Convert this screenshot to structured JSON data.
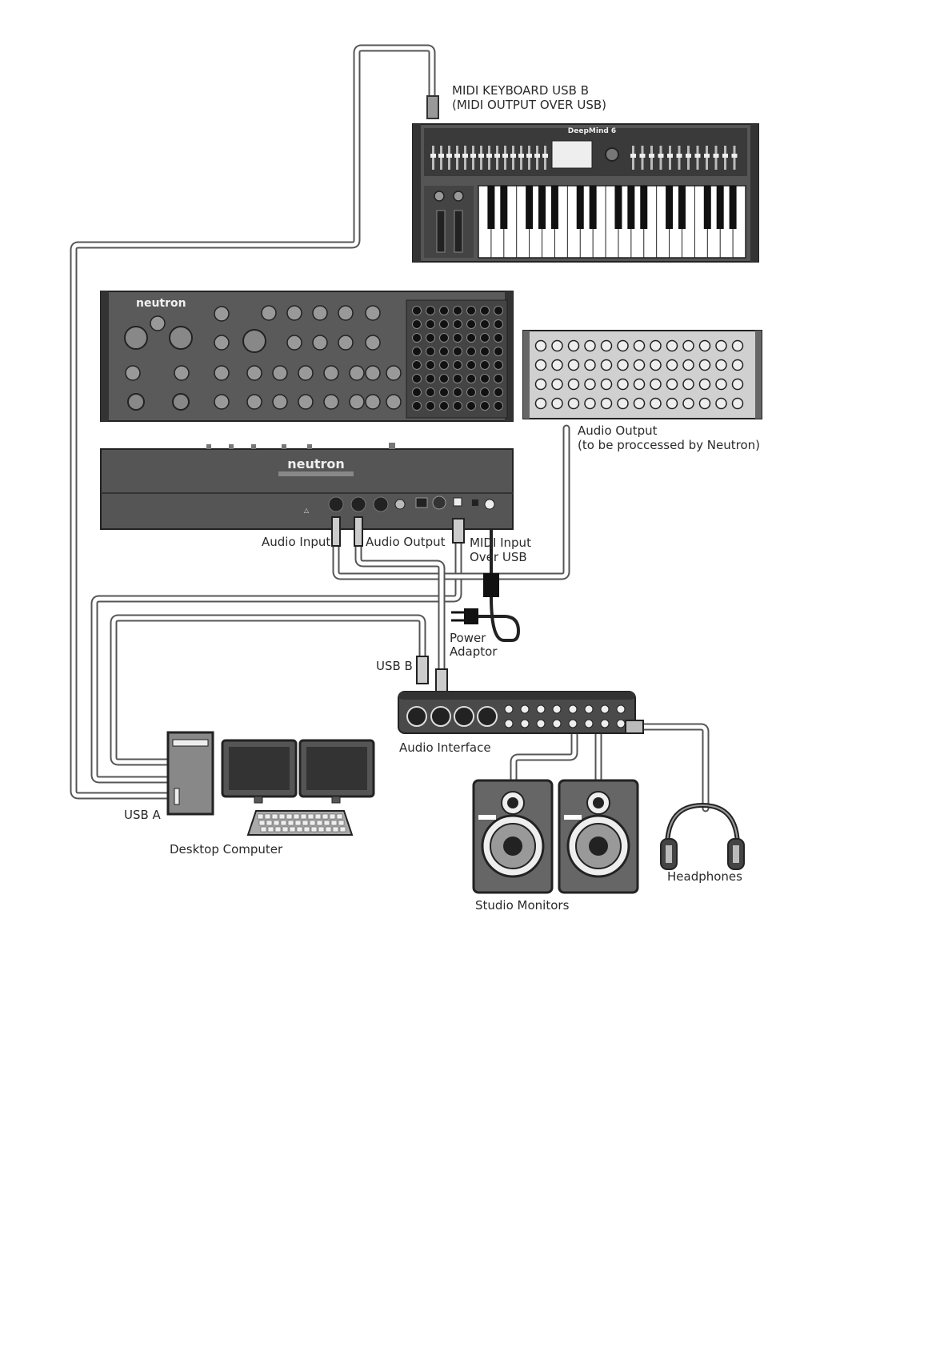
{
  "labels": {
    "midi_keyboard_line1": "MIDI KEYBOARD USB B",
    "midi_keyboard_line2": "(MIDI OUTPUT OVER USB)",
    "audio_output_line1": "Audio Output",
    "audio_output_line2": "(to be proccessed by Neutron)",
    "audio_input": "Audio Input",
    "audio_output_neutron": "Audio Output",
    "midi_input_line1": "MIDI Input",
    "midi_input_line2": "Over USB",
    "power_line1": "Power",
    "power_line2": "Adaptor",
    "usb_b": "USB B",
    "usb_a": "USB A",
    "audio_interface": "Audio Interface",
    "desktop_computer": "Desktop Computer",
    "studio_monitors": "Studio Monitors",
    "headphones": "Headphones"
  },
  "devices": {
    "keyboard_logo": "DeepMind 6",
    "neutron_logo_front": "neutron",
    "neutron_logo_back": "neutron"
  }
}
